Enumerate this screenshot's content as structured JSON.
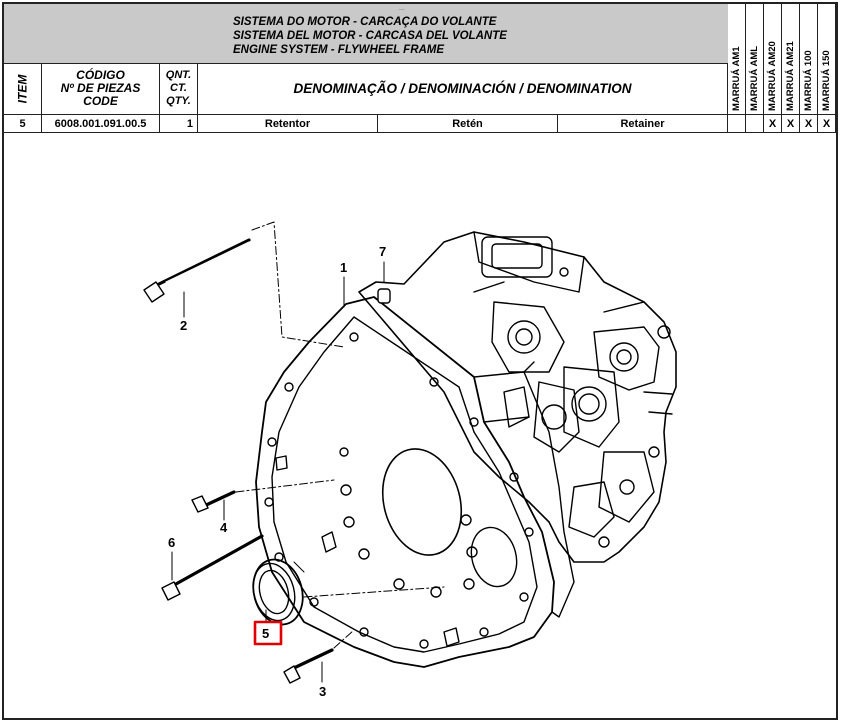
{
  "header": {
    "titles": [
      "SISTEMA DO MOTOR - CARCAÇA DO VOLANTE",
      "SISTEMA DEL MOTOR - CARCASA DEL VOLANTE",
      "ENGINE SYSTEM - FLYWHEEL FRAME"
    ],
    "tick": "..."
  },
  "columns": {
    "item": "ITEM",
    "code": [
      "CÓDIGO",
      "Nº DE PIEZAS",
      "CODE"
    ],
    "qty": [
      "QNT.",
      "CT.",
      "QTY."
    ],
    "denomination": "DENOMINAÇÃO / DENOMINACIÓN / DENOMINATION"
  },
  "models": [
    "MARRUÁ AM1",
    "MARRUÁ AML",
    "MARRUÁ AM20",
    "MARRUÁ AM21",
    "MARRUÁ 100",
    "MARRUÁ 150"
  ],
  "part_row": {
    "item": "5",
    "code": "6008.001.091.00.5",
    "qty": "1",
    "name_pt": "Retentor",
    "name_es": "Retén",
    "name_en": "Retainer",
    "applicability": [
      "",
      "",
      "X",
      "X",
      "X",
      "X"
    ]
  },
  "callouts": [
    "1",
    "2",
    "3",
    "4",
    "5",
    "6",
    "7"
  ],
  "highlight_color": "#e00000"
}
